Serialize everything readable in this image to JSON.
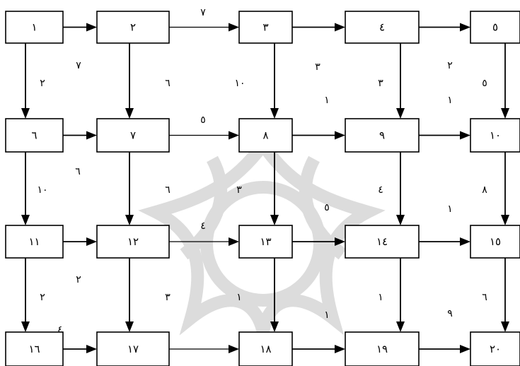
{
  "nodes": [
    "١",
    "٢",
    "٣",
    "٤",
    "٥",
    "٦",
    "٧",
    "٨",
    "٩",
    "١٠",
    "١١",
    "١٢",
    "١٣",
    "١٤",
    "١٥",
    "١٦",
    "١٧",
    "١٨",
    "١٩",
    "٢٠"
  ],
  "edges": [
    {
      "from": "١",
      "to": "٢"
    },
    {
      "from": "٢",
      "to": "٣"
    },
    {
      "from": "٣",
      "to": "٤"
    },
    {
      "from": "٤",
      "to": "٥"
    },
    {
      "from": "٦",
      "to": "٧"
    },
    {
      "from": "٧",
      "to": "٨"
    },
    {
      "from": "٨",
      "to": "٩"
    },
    {
      "from": "٩",
      "to": "١٠"
    },
    {
      "from": "١١",
      "to": "١٢"
    },
    {
      "from": "١٢",
      "to": "١٣"
    },
    {
      "from": "١٣",
      "to": "١٤"
    },
    {
      "from": "١٤",
      "to": "١٥"
    },
    {
      "from": "١٦",
      "to": "١٧"
    },
    {
      "from": "١٧",
      "to": "١٨"
    },
    {
      "from": "١٨",
      "to": "١٩"
    },
    {
      "from": "١٩",
      "to": "٢٠"
    },
    {
      "from": "١",
      "to": "٦"
    },
    {
      "from": "٢",
      "to": "٧"
    },
    {
      "from": "٣",
      "to": "٨"
    },
    {
      "from": "٤",
      "to": "٩"
    },
    {
      "from": "٥",
      "to": "١٠"
    },
    {
      "from": "٦",
      "to": "١١"
    },
    {
      "from": "٧",
      "to": "١٢"
    },
    {
      "from": "٨",
      "to": "١٣"
    },
    {
      "from": "٩",
      "to": "١٤"
    },
    {
      "from": "١٠",
      "to": "١٥"
    },
    {
      "from": "١١",
      "to": "١٦"
    },
    {
      "from": "١٢",
      "to": "١٧"
    },
    {
      "from": "١٣",
      "to": "١٨"
    },
    {
      "from": "١٤",
      "to": "١٩"
    },
    {
      "from": "١٥",
      "to": "٢٠"
    }
  ],
  "edge_labels": [
    "٧",
    "٧",
    "٥",
    "٢",
    "٦",
    "١٠",
    "٣",
    "٢",
    "١",
    "٣",
    "١",
    "٥",
    "٦",
    "١٠",
    "٦",
    "٣",
    "٤",
    "٥",
    "١",
    "٤",
    "٨",
    "٢",
    "٢",
    "٣",
    "١",
    "١",
    "١",
    "٩",
    "٦",
    "٤"
  ],
  "watermark": "decorative-rosette"
}
